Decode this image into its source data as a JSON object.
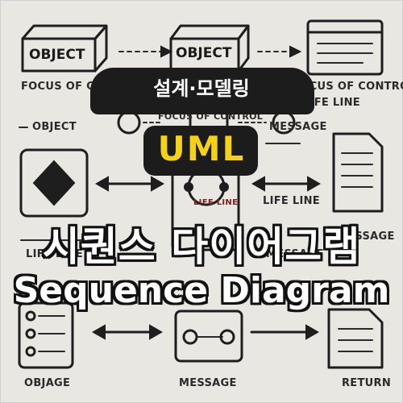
{
  "background": {
    "object_box_left": "OBJECT",
    "object_box_mid": "OBJECT",
    "focus_left": "FOCUS OF CONTROL",
    "locus_right": "LICUS OF CONTRO",
    "lifeline_right": "LIFE LINE",
    "object_left": "OBJECT",
    "focus_mid": "FOCUS OF CONTROL",
    "message_right": "MESSAGE",
    "lifeline_mid": "LIFE LINE",
    "message_right2": "MESSAGE",
    "lifeline_left": "LIFE LINE",
    "message_mid": "MESSAGE",
    "objage_bottom": "OBJAGE",
    "message_bottom": "MESSAGE",
    "return_bottom": "RETURN",
    "small_mid": "LIFE LINE"
  },
  "overlay": {
    "category": "설계·모델링",
    "badge": "UML",
    "title_korean": "시퀀스 다이어그램",
    "title_english": "Sequence Diagram"
  },
  "colors": {
    "badge_text": "#f6d11a",
    "dark": "#1c1c1c",
    "background": "#e9e7e2"
  }
}
